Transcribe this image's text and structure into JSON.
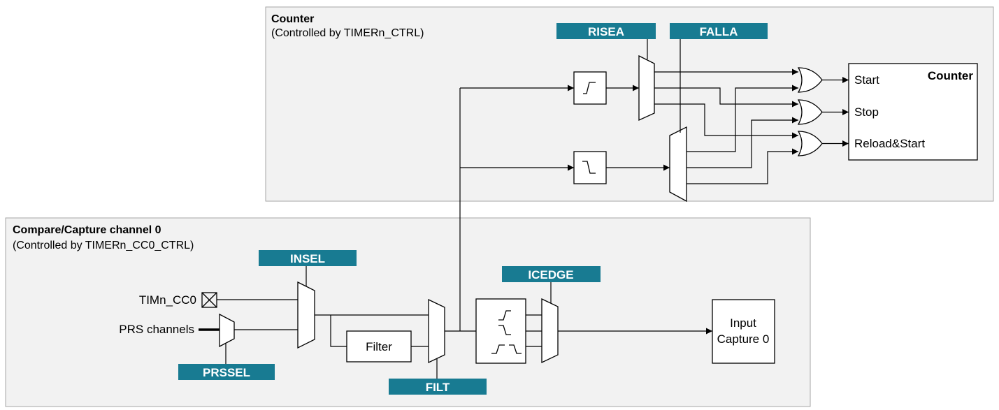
{
  "counter_panel": {
    "title": "Counter",
    "subtitle": "(Controlled by TIMERn_CTRL)"
  },
  "cc_panel": {
    "title": "Compare/Capture channel 0",
    "subtitle": "(Controlled by TIMERn_CC0_CTRL)"
  },
  "tags": {
    "risea": "RISEA",
    "falla": "FALLA",
    "insel": "INSEL",
    "prssel": "PRSSEL",
    "filt": "FILT",
    "icedge": "ICEDGE"
  },
  "counter_block": {
    "title": "Counter",
    "start": "Start",
    "stop": "Stop",
    "reload": "Reload&Start"
  },
  "inputs": {
    "pin": "TIMn_CC0",
    "prs": "PRS channels"
  },
  "filter": "Filter",
  "capture": {
    "line1": "Input",
    "line2": "Capture 0"
  },
  "colors": {
    "tag_fill": "#187b92",
    "panel_fill": "#f2f2f2",
    "panel_border": "#a6a6a6"
  }
}
